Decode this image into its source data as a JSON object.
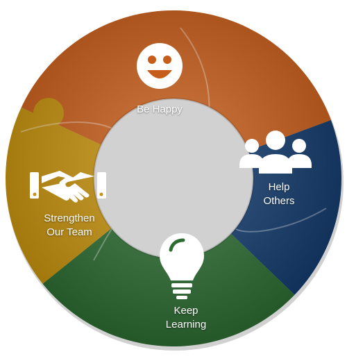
{
  "segments": [
    {
      "id": "be-happy",
      "lines": [
        "Be Happy"
      ],
      "color": "#c75d1a",
      "icon": "smiley-face-icon"
    },
    {
      "id": "help-others",
      "lines": [
        "Help",
        "Others"
      ],
      "color": "#123a6b",
      "icon": "people-group-icon"
    },
    {
      "id": "keep-learning",
      "lines": [
        "Keep",
        "Learning"
      ],
      "color": "#2d6b32",
      "icon": "lightbulb-icon"
    },
    {
      "id": "strengthen-our-team",
      "lines": [
        "Strengthen",
        "Our Team"
      ],
      "color": "#c4900d",
      "icon": "handshake-icon"
    }
  ]
}
